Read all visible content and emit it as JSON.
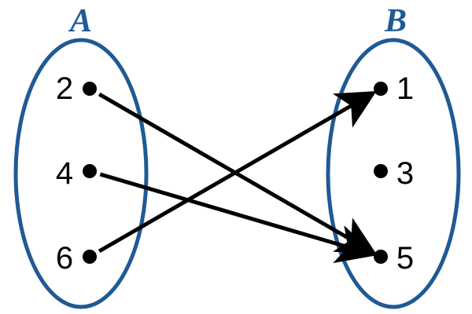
{
  "sets": {
    "a": {
      "label": "A",
      "elements": [
        "2",
        "4",
        "6"
      ]
    },
    "b": {
      "label": "B",
      "elements": [
        "1",
        "3",
        "5"
      ]
    }
  },
  "mappings": [
    {
      "from": "2",
      "to": "5"
    },
    {
      "from": "4",
      "to": "5"
    },
    {
      "from": "6",
      "to": "1"
    }
  ],
  "colors": {
    "set_outline": "#1f5a94",
    "set_label": "#1f5a94",
    "arrow": "#000000",
    "point": "#000000",
    "text": "#000000"
  }
}
